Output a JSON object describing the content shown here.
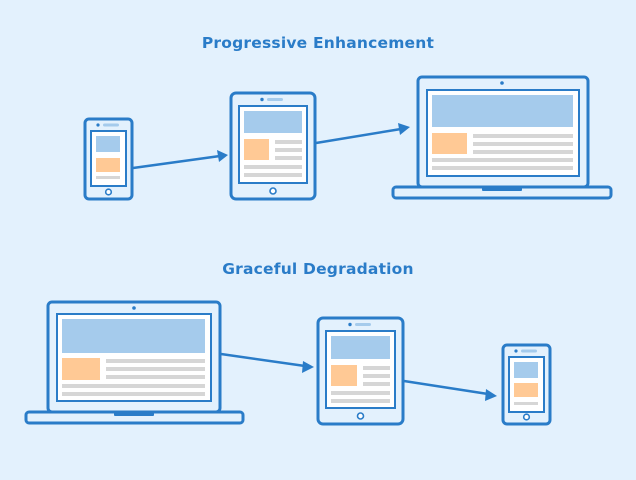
{
  "colors": {
    "background": "#e3f1fd",
    "outline": "#2a7cc8",
    "screen_fill": "#ffffff",
    "content_block": "#a5cbec",
    "image_block": "#ffc995",
    "text_line": "#d6d6d6",
    "title": "#2a7cc8"
  },
  "sections": [
    {
      "title": "Progressive Enhancement",
      "devices": [
        {
          "type": "phone",
          "icon": "phone-icon"
        },
        {
          "type": "tablet",
          "icon": "tablet-icon"
        },
        {
          "type": "laptop",
          "icon": "laptop-icon"
        }
      ]
    },
    {
      "title": "Graceful Degradation",
      "devices": [
        {
          "type": "laptop",
          "icon": "laptop-icon"
        },
        {
          "type": "tablet",
          "icon": "tablet-icon"
        },
        {
          "type": "phone",
          "icon": "phone-icon"
        }
      ]
    }
  ]
}
